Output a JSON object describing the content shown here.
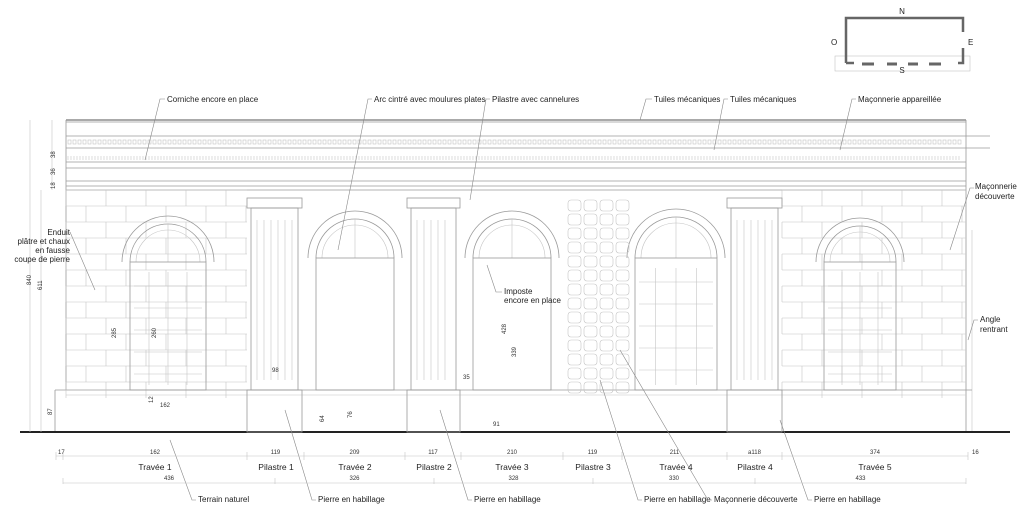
{
  "compass": {
    "n": "N",
    "s": "S",
    "e": "E",
    "o": "O"
  },
  "annotations": {
    "corniche": "Corniche encore en place",
    "arc": "Arc cintré avec moulures plates",
    "pilastre": "Pilastre avec cannelures",
    "tuiles1": "Tuiles mécaniques",
    "tuiles2": "Tuiles mécaniques",
    "maconnerie_app": "Maçonnerie appareillée",
    "maconnerie_dec_top": [
      "Maçonnerie",
      "découverte"
    ],
    "enduit": [
      "Enduit",
      "plâtre et chaux",
      "en fausse",
      "coupe de pierre"
    ],
    "imposte": [
      "Imposte",
      "encore en place"
    ],
    "angle": [
      "Angle",
      "rentrant"
    ],
    "terrain": "Terrain naturel",
    "pierre1": "Pierre en habillage",
    "pierre2": "Pierre en habillage",
    "pierre3": "Pierre en habillage",
    "maconnerie_dec_bottom": "Maçonnerie découverte",
    "pierre4": "Pierre en habillage"
  },
  "vertical_dims": {
    "h38a": "38",
    "h36": "36",
    "h18": "18",
    "h840": "840",
    "h611": "611",
    "h87": "87",
    "h285": "285",
    "h260": "260",
    "w12": "12",
    "w162": "162",
    "w98": "98",
    "h64": "64",
    "h76": "76",
    "w35": "35",
    "h428": "428",
    "h339": "339",
    "w91": "91"
  },
  "bay_dims": [
    "17",
    "162",
    "119",
    "209",
    "117",
    "210",
    "119",
    "211",
    "a118",
    "374",
    "16"
  ],
  "bays": [
    "Travée 1",
    "Pilastre 1",
    "Travée 2",
    "Pilastre 2",
    "Travée 3",
    "Pilastre 3",
    "Travée 4",
    "Pilastre 4",
    "Travée 5"
  ],
  "total_dims": [
    "436",
    "326",
    "328",
    "330",
    "433"
  ]
}
